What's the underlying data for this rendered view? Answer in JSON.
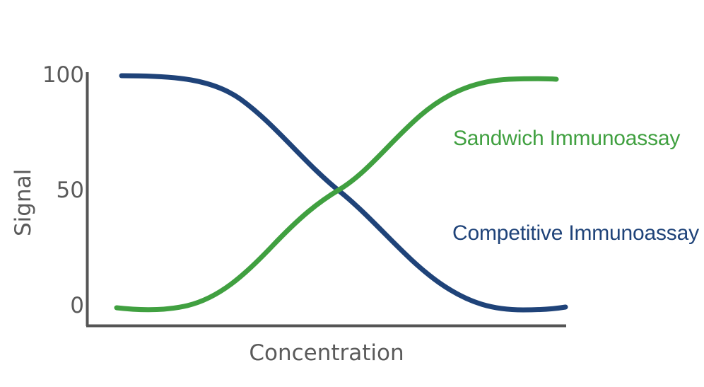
{
  "chart_data": {
    "type": "line",
    "title": "",
    "xlabel": "Concentration",
    "ylabel": "Signal",
    "yticks": [
      "100",
      "50",
      "0"
    ],
    "ytick_values": [
      100,
      50,
      0
    ],
    "xticks": [],
    "ylim": [
      0,
      100
    ],
    "grid": false,
    "legend_position": "inline-right",
    "colors": {
      "sandwich": "#40a040",
      "competitive": "#1f4379",
      "axis": "#555555",
      "text": "#5a5a5a"
    },
    "series": [
      {
        "name": "Sandwich Immunoassay",
        "color": "#40a040",
        "shape": "sigmoid-increasing",
        "x": [
          0,
          5,
          10,
          15,
          20,
          25,
          30,
          35,
          40,
          45,
          50,
          55,
          60,
          65,
          70,
          75,
          80,
          85,
          90,
          95,
          100
        ],
        "values": [
          -1,
          -1,
          0,
          1,
          3,
          6,
          11,
          18,
          27,
          38,
          50,
          62,
          72,
          81,
          88,
          93,
          96,
          98,
          99,
          99,
          99
        ]
      },
      {
        "name": "Competitive Immunoassay",
        "color": "#1f4379",
        "shape": "sigmoid-decreasing",
        "x": [
          0,
          5,
          10,
          15,
          20,
          25,
          30,
          35,
          40,
          45,
          50,
          55,
          60,
          65,
          70,
          75,
          80,
          85,
          90,
          95,
          100
        ],
        "values": [
          100,
          100,
          99,
          98,
          96,
          93,
          88,
          81,
          72,
          62,
          50,
          38,
          27,
          18,
          11,
          6,
          3,
          1,
          0,
          -1,
          0
        ]
      }
    ]
  },
  "labels": {
    "sandwich": "Sandwich Immunoassay",
    "competitive": "Competitive Immunoassay",
    "y_axis_title": "Signal",
    "x_axis_title": "Concentration",
    "ytick_100": "100",
    "ytick_50": "50",
    "ytick_0": "0"
  }
}
